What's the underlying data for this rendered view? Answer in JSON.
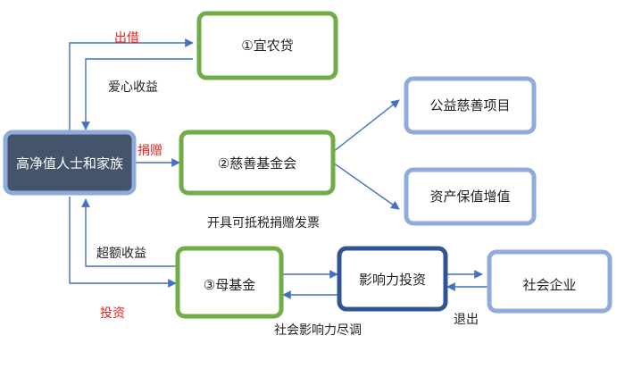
{
  "nodes": {
    "source": "高净值人士和家族",
    "loan_target": "①宜农贷",
    "foundation": "②慈善基金会",
    "public_project": "公益慈善项目",
    "asset_preserve": "资产保值增值",
    "mother_fund": "③母基金",
    "impact_invest": "影响力投资",
    "social_enterprise": "社会企业"
  },
  "edges": {
    "lend": "出借",
    "love_income": "爱心收益",
    "donate": "捐赠",
    "tax_receipt": "开具可抵税捐赠发票",
    "excess_income": "超额收益",
    "invest": "投资",
    "due_diligence": "社会影响力尽调",
    "exit": "退出"
  },
  "colors": {
    "green_border": "#70ad47",
    "light_blue_border": "#8faadc",
    "dark_blue_border": "#2f5597",
    "source_fill": "#44546a",
    "source_border": "#8faadc",
    "arrow": "#4472c4",
    "red_label": "#e8201c"
  }
}
